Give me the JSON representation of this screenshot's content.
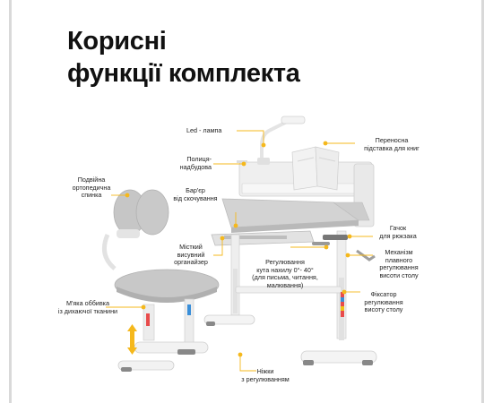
{
  "title": {
    "line1": "Корисні",
    "line2": "функції комплекта"
  },
  "labels": {
    "led": "Led - лампа",
    "shelf": [
      "Полиця-",
      "надбудова"
    ],
    "backrest": [
      "Подвійна",
      "ортопедична",
      "спинка"
    ],
    "barrier": [
      "Бар'єр",
      "від скочування"
    ],
    "organizer": [
      "Місткий",
      "висувний",
      "органайзер"
    ],
    "tilt": [
      "Регулювання",
      "кута нахилу 0°- 40°",
      "(для письма, читання,",
      "малювання)"
    ],
    "upholstery": [
      "М'яка оббивка",
      "із дихаючої тканини"
    ],
    "book_stand": [
      "Переносна",
      "підставка для книг"
    ],
    "hook": [
      "Гачок",
      "для рюкзака"
    ],
    "mechanism": [
      "Механізм",
      "плавного",
      "регулювання",
      "висоти столу"
    ],
    "fixator": [
      "Фіксатор",
      "регулювання",
      "висоту столу"
    ],
    "feet": [
      "Ніжки",
      "з регулюванням"
    ]
  },
  "colors": {
    "accent": "#f5b81c",
    "desk_top": "#d8d8d8",
    "chair_fabric": "#c4c4c4",
    "frame": "#e6e6e6"
  }
}
